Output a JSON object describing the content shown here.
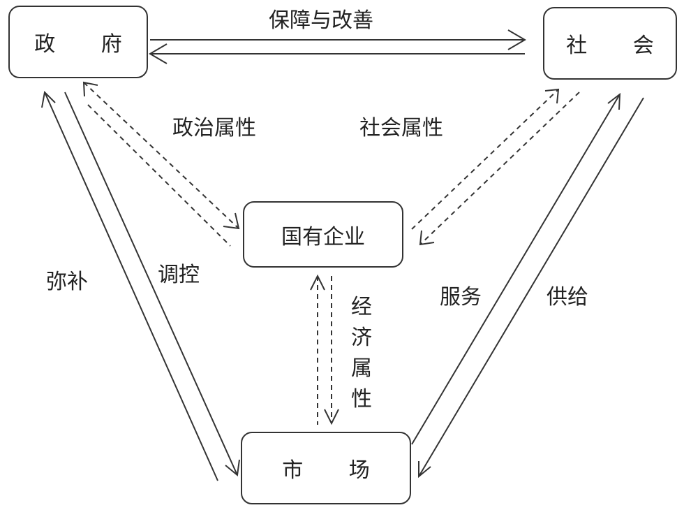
{
  "nodes": {
    "government": "政 府",
    "society": "社 会",
    "soe": "国有企业",
    "market": "市 场"
  },
  "edges": {
    "gov_society": "保障与改善",
    "gov_soe": "政治属性",
    "society_soe": "社会属性",
    "soe_market": "经济属性",
    "market_gov_left": "弥补",
    "gov_market_right": "调控",
    "market_society_left": "服务",
    "society_market_right": "供给"
  }
}
